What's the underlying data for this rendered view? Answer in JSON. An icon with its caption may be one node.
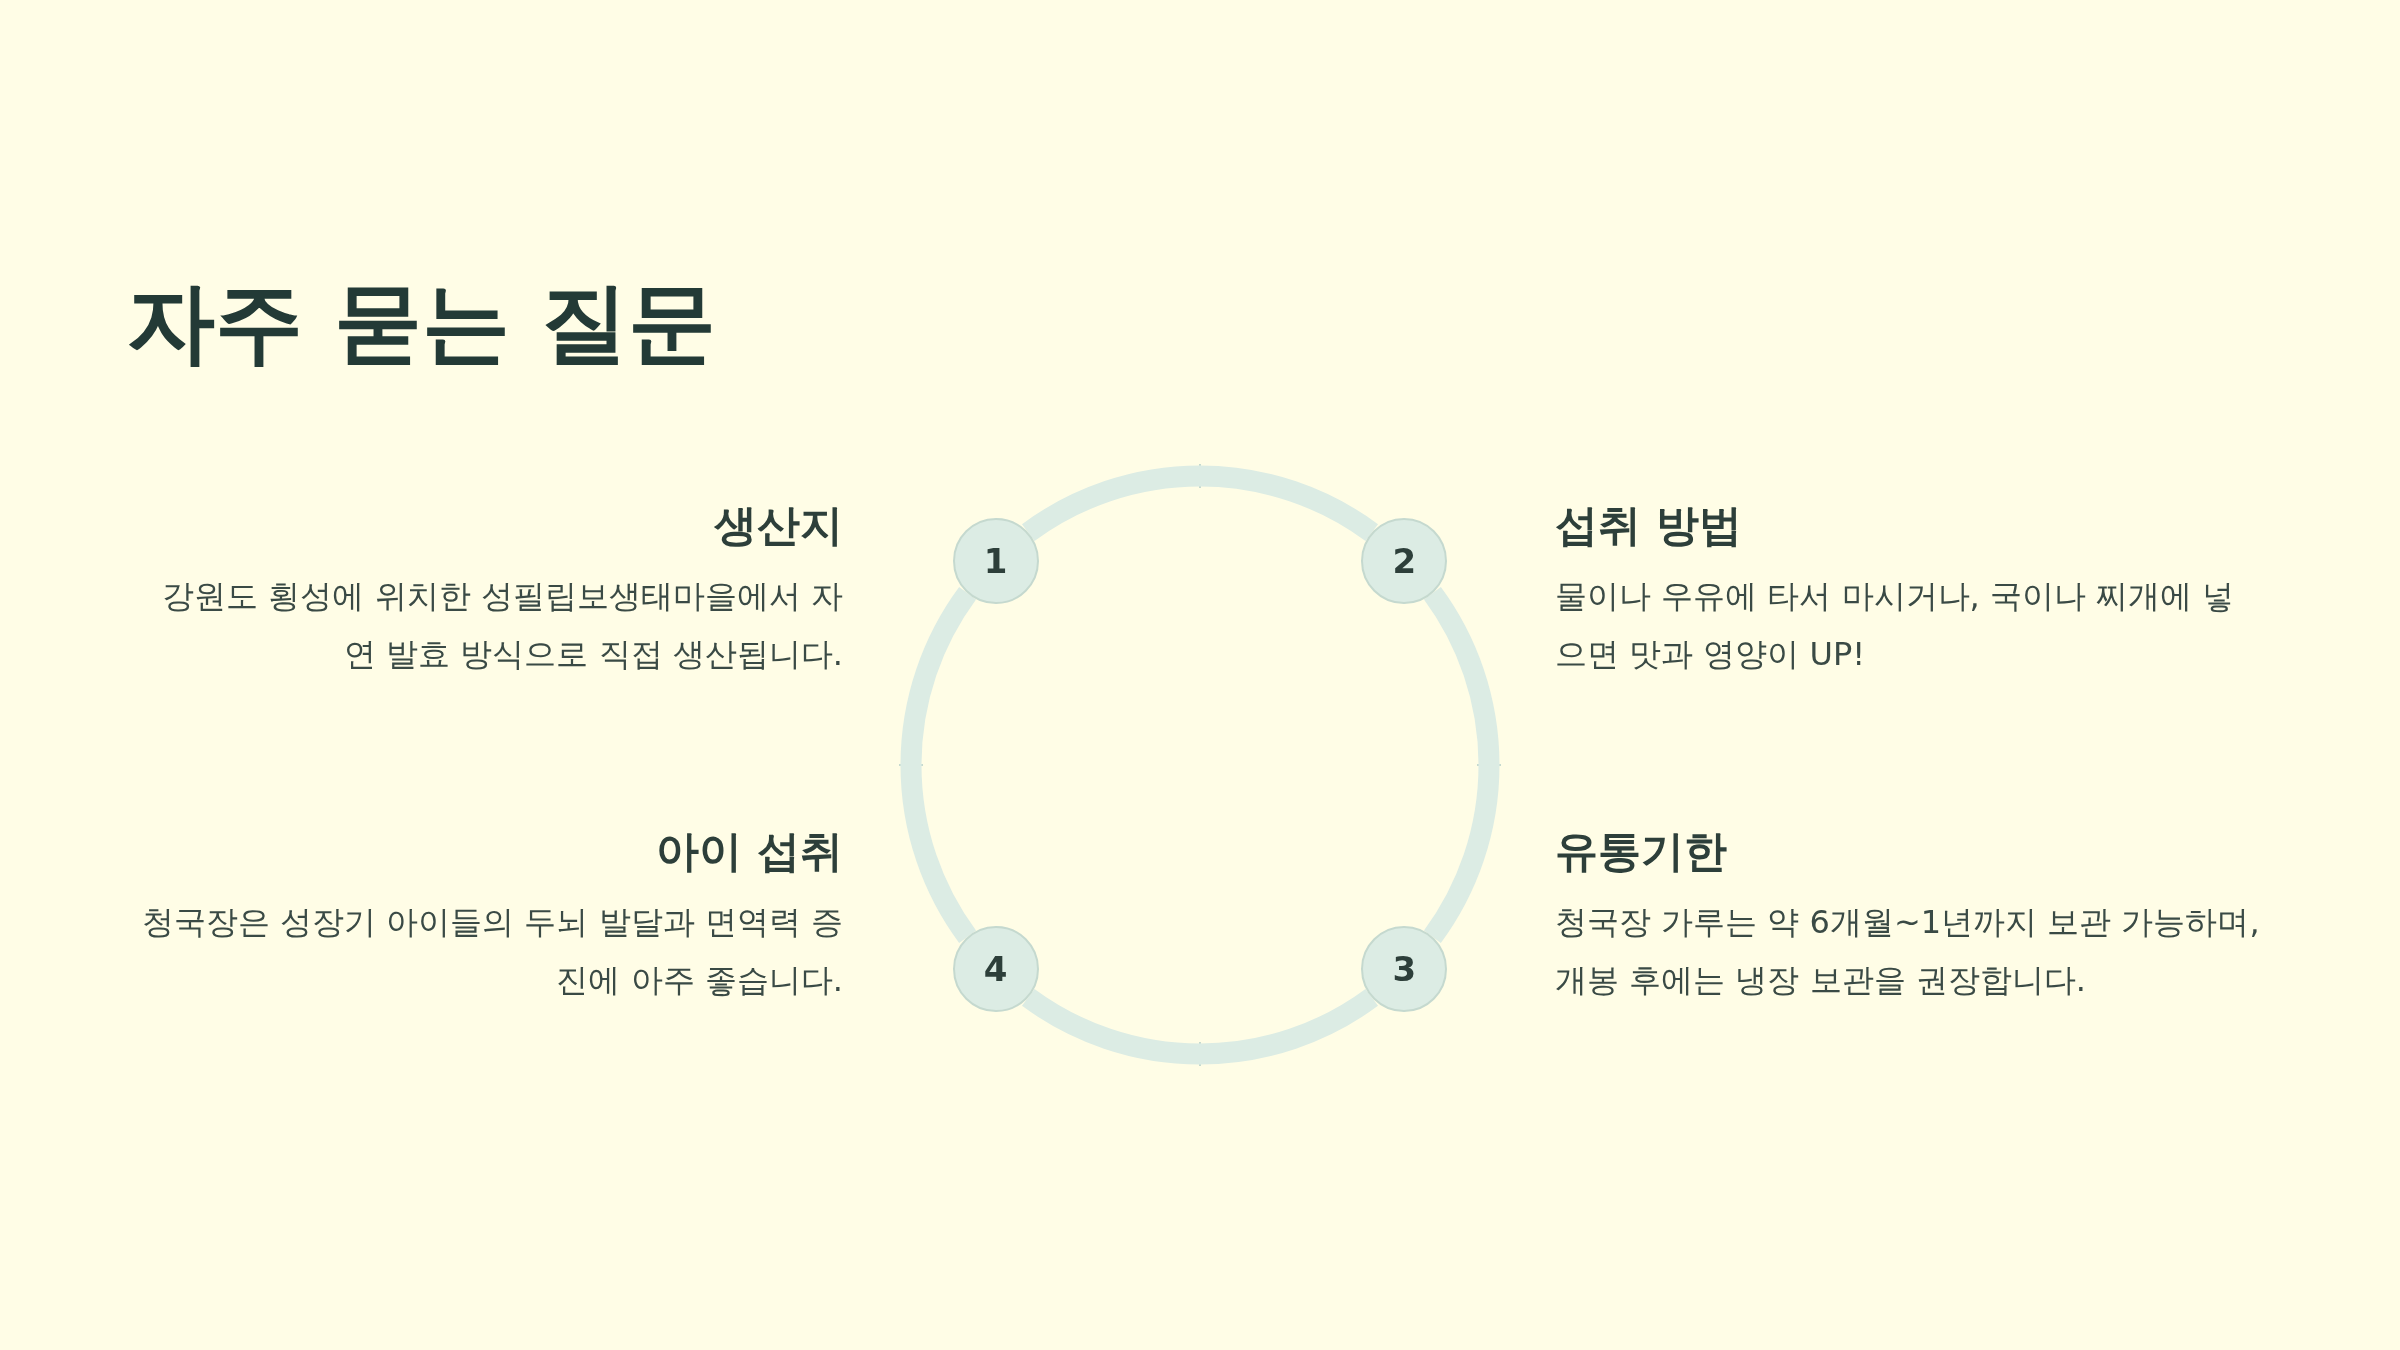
{
  "diagram": {
    "title": "자주 묻는 질문",
    "nodes": [
      {
        "text": [
          "1"
        ],
        "beside": [
          "생산지",
          "강원도 횡성에 위치한 성필립보생태마을에서 자연 발효 방식으로 직접 생산됩니다."
        ]
      },
      {
        "text": [
          "2"
        ],
        "beside": [
          "섭취 방법",
          "물이나 우유에 타서 마시거나, 국이나 찌개에 넣으면 맛과 영양이 UP!"
        ]
      },
      {
        "text": [
          "3"
        ],
        "beside": [
          "유통기한",
          "청국장 가루는 약 6개월~1년까지 보관 가능하며, 개봉 후에는 냉장 보관을 권장합니다."
        ]
      },
      {
        "text": [
          "4"
        ],
        "beside": [
          "아이 섭취",
          "청국장은 성장기 아이들의 두뇌 발달과 면역력 증진에 아주 좋습니다."
        ]
      }
    ],
    "edges": [
      {
        "from": 0,
        "to": 1,
        "arrow": "none"
      },
      {
        "from": 1,
        "to": 2,
        "arrow": "none"
      },
      {
        "from": 2,
        "to": 3,
        "arrow": "none"
      },
      {
        "from": 3,
        "to": 0,
        "arrow": "none"
      }
    ]
  }
}
